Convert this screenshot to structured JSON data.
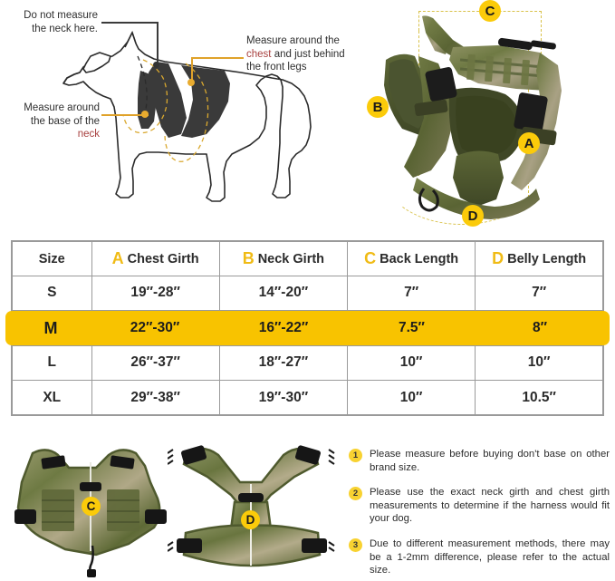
{
  "diagram": {
    "note_no_neck": "Do not measure\nthe neck here.",
    "note_no_neck_line1": "Do not measure",
    "note_no_neck_line2": "the neck here.",
    "note_chest_line1": "Measure around the",
    "note_chest_word": "chest",
    "note_chest_line2_rest": " and just behind",
    "note_chest_line3": "the front legs",
    "note_neck_line1": "Measure around",
    "note_neck_line2": "the base of the",
    "note_neck_word": "neck"
  },
  "hero_badges": {
    "a": "A",
    "b": "B",
    "c": "C",
    "d": "D"
  },
  "bottom_badges": {
    "c": "C",
    "d": "D"
  },
  "table": {
    "headers": [
      {
        "letter": "",
        "label": "Size"
      },
      {
        "letter": "A",
        "label": "Chest Girth"
      },
      {
        "letter": "B",
        "label": "Neck Girth"
      },
      {
        "letter": "C",
        "label": "Back Length"
      },
      {
        "letter": "D",
        "label": "Belly Length"
      }
    ],
    "rows": [
      {
        "size": "S",
        "chest": "19″-28″",
        "neck": "14″-20″",
        "back": "7″",
        "belly": "7″",
        "highlighted": false
      },
      {
        "size": "M",
        "chest": "22″-30″",
        "neck": "16″-22″",
        "back": "7.5″",
        "belly": "8″",
        "highlighted": true
      },
      {
        "size": "L",
        "chest": "26″-37″",
        "neck": "18″-27″",
        "back": "10″",
        "belly": "10″",
        "highlighted": false
      },
      {
        "size": "XL",
        "chest": "29″-38″",
        "neck": "19″-30″",
        "back": "10″",
        "belly": "10.5″",
        "highlighted": false
      }
    ],
    "highlight_color": "#f8c300",
    "letter_color": "#f0bb15",
    "border_color": "#9a9a9a"
  },
  "notes": [
    {
      "num": "1",
      "text": "Please measure before buying don't base on other brand size."
    },
    {
      "num": "2",
      "text": "Please use the exact neck girth and chest girth measurements to determine if the harness would fit your dog."
    },
    {
      "num": "3",
      "text": "Due to different measurement methods, there may be a 1-2mm difference, please refer to the actual size."
    }
  ],
  "colors": {
    "accent_yellow": "#fbcb0a",
    "leader_gold": "#e0a22a",
    "red_word": "#a8403f",
    "harness_dark": "#3a3a3a",
    "camo_green": "#6d7543",
    "camo_tan": "#b6ab88",
    "camo_olive": "#4e5a2e"
  }
}
